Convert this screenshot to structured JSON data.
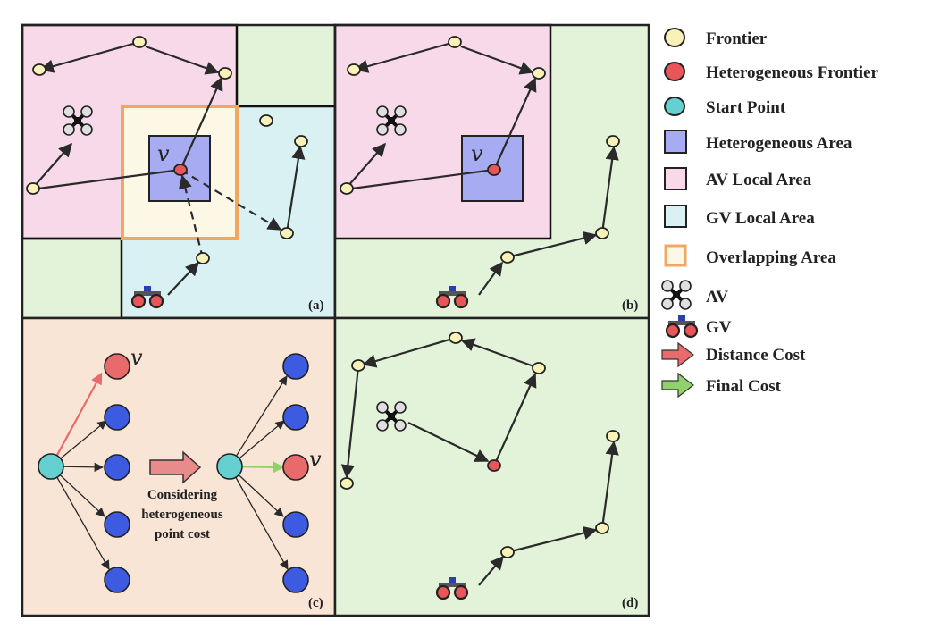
{
  "panels": {
    "a": {
      "label": "(a)"
    },
    "b": {
      "label": "(b)"
    },
    "c": {
      "label": "(c)",
      "mid_text": [
        "Considering",
        "heterogeneous",
        "point cost"
      ]
    },
    "d": {
      "label": "(d)"
    }
  },
  "node_symbol": "v",
  "legend": [
    {
      "key": "frontier",
      "label": "Frontier"
    },
    {
      "key": "hetero_frontier",
      "label": "Heterogeneous Frontier"
    },
    {
      "key": "start_point",
      "label": "Start Point"
    },
    {
      "key": "hetero_area",
      "label": "Heterogeneous Area"
    },
    {
      "key": "av_area",
      "label": "AV Local Area"
    },
    {
      "key": "gv_area",
      "label": "GV Local Area"
    },
    {
      "key": "overlap_area",
      "label": "Overlapping Area"
    },
    {
      "key": "av",
      "label": "AV"
    },
    {
      "key": "gv",
      "label": "GV"
    },
    {
      "key": "distance_cost",
      "label": "Distance Cost"
    },
    {
      "key": "final_cost",
      "label": "Final Cost"
    }
  ],
  "colors": {
    "frontier": "#f8f1b8",
    "hetero_frontier": "#e8565a",
    "start_point": "#66d0d0",
    "hetero_area": "#a6abf2",
    "av_area": "#f8d9ea",
    "gv_area": "#d9f1f2",
    "overlap_area": "#fdf8e6",
    "overlap_border": "#f0a860",
    "green_bg": "#e3f3d9",
    "peach_bg": "#f9e5d6",
    "distance_cost": "#e96a6a",
    "final_cost": "#8fd16a",
    "blue_node": "#3d5be0"
  },
  "icons": [
    "frontier-icon",
    "heterogeneous-frontier-icon",
    "start-point-icon",
    "heterogeneous-area-icon",
    "av-local-area-icon",
    "gv-local-area-icon",
    "overlapping-area-icon",
    "drone-icon",
    "ground-vehicle-icon",
    "red-arrow-icon",
    "green-arrow-icon"
  ]
}
